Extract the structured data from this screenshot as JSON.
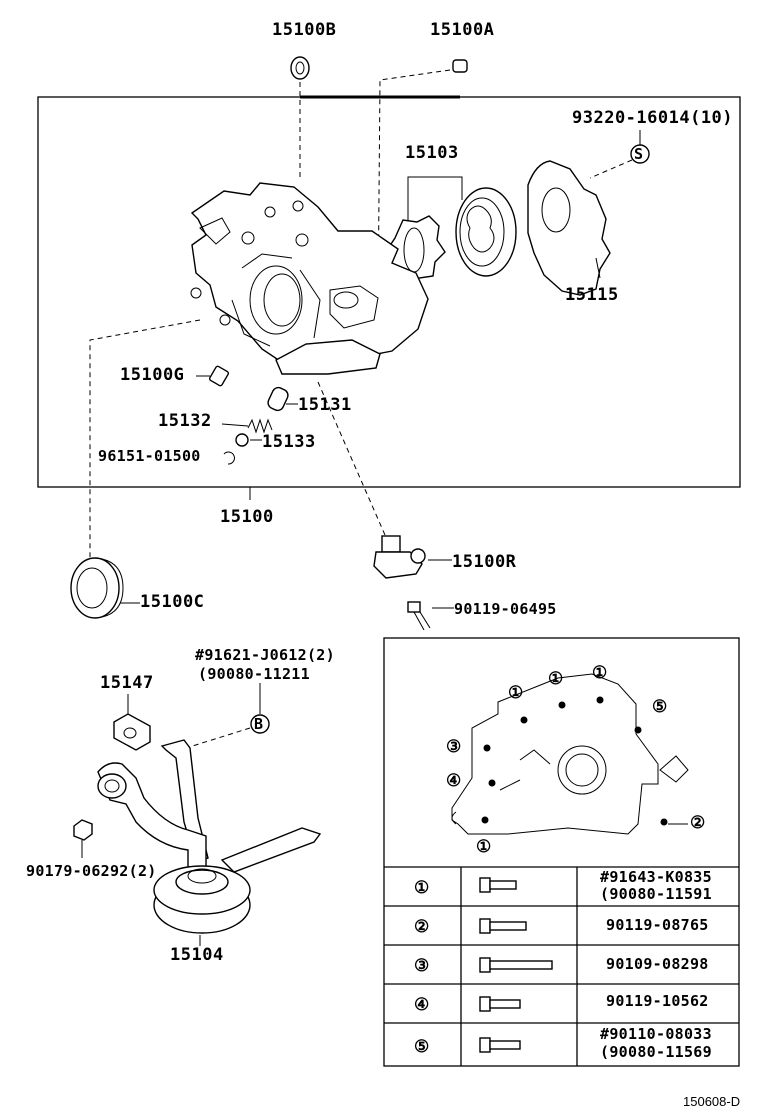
{
  "labels": {
    "p15100B": "15100B",
    "p15100A": "15100A",
    "p93220": "93220-16014(10)",
    "p15103": "15103",
    "p15115": "15115",
    "p15100G": "15100G",
    "p15131": "15131",
    "p15132": "15132",
    "p15133": "15133",
    "p96151": "96151-01500",
    "p15100": "15100",
    "p15100R": "15100R",
    "p15100C": "15100C",
    "p90119_06495": "90119-06495",
    "p91621": "#91621-J0612(2)",
    "p90080_11211": "(90080-11211",
    "p15147": "15147",
    "p90179": "90179-06292(2)",
    "p15104": "15104",
    "footer": "150608-D"
  },
  "callouts": {
    "S": "S",
    "B": "B"
  },
  "bolt_markers": [
    "①",
    "①",
    "①",
    "⑤",
    "③",
    "④",
    "①",
    "②"
  ],
  "bolt_table": {
    "rows": [
      {
        "num": "①",
        "part": "#91643-K0835",
        "alt": "(90080-11591"
      },
      {
        "num": "②",
        "part": "90119-08765",
        "alt": ""
      },
      {
        "num": "③",
        "part": "90109-08298",
        "alt": ""
      },
      {
        "num": "④",
        "part": "90119-10562",
        "alt": ""
      },
      {
        "num": "⑤",
        "part": "#90110-08033",
        "alt": "(90080-11569"
      }
    ]
  }
}
